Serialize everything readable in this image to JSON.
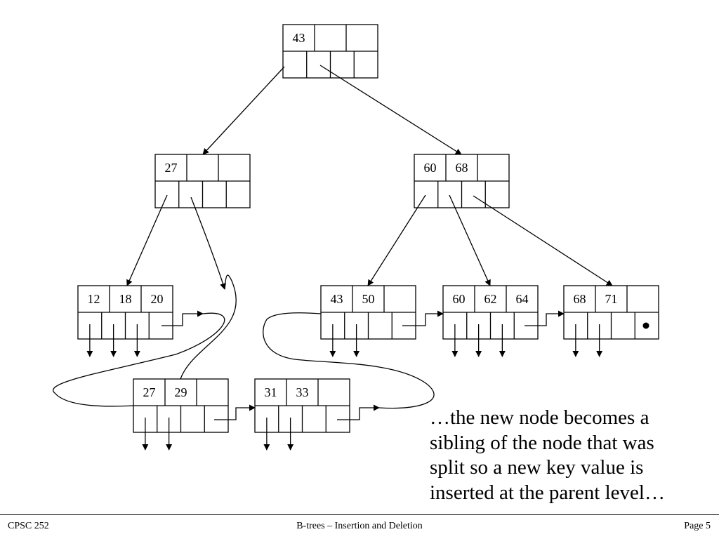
{
  "nodes": [
    {
      "id": "root",
      "keys": [
        "43",
        "",
        ""
      ],
      "slots": 4
    },
    {
      "id": "left-internal",
      "keys": [
        "27",
        "",
        ""
      ],
      "slots": 4
    },
    {
      "id": "right-internal",
      "keys": [
        "60",
        "68",
        ""
      ],
      "slots": 4
    },
    {
      "id": "leaf-12-18-20",
      "keys": [
        "12",
        "18",
        "20"
      ],
      "slots": 4
    },
    {
      "id": "leaf-43-50",
      "keys": [
        "43",
        "50",
        ""
      ],
      "slots": 4
    },
    {
      "id": "leaf-60-62-64",
      "keys": [
        "60",
        "62",
        "64"
      ],
      "slots": 4
    },
    {
      "id": "leaf-68-71",
      "keys": [
        "68",
        "71",
        ""
      ],
      "slots": 4
    },
    {
      "id": "leaf-27-29",
      "keys": [
        "27",
        "29",
        ""
      ],
      "slots": 4
    },
    {
      "id": "leaf-31-33",
      "keys": [
        "31",
        "33",
        ""
      ],
      "slots": 4
    }
  ],
  "caption": {
    "lines": [
      "…the new node becomes a",
      "sibling of the node that was",
      "split so a new key value is",
      "inserted at the parent level…"
    ]
  },
  "footer": {
    "left": "CPSC 252",
    "center": "B-trees – Insertion and Deletion",
    "right": "Page 5"
  }
}
